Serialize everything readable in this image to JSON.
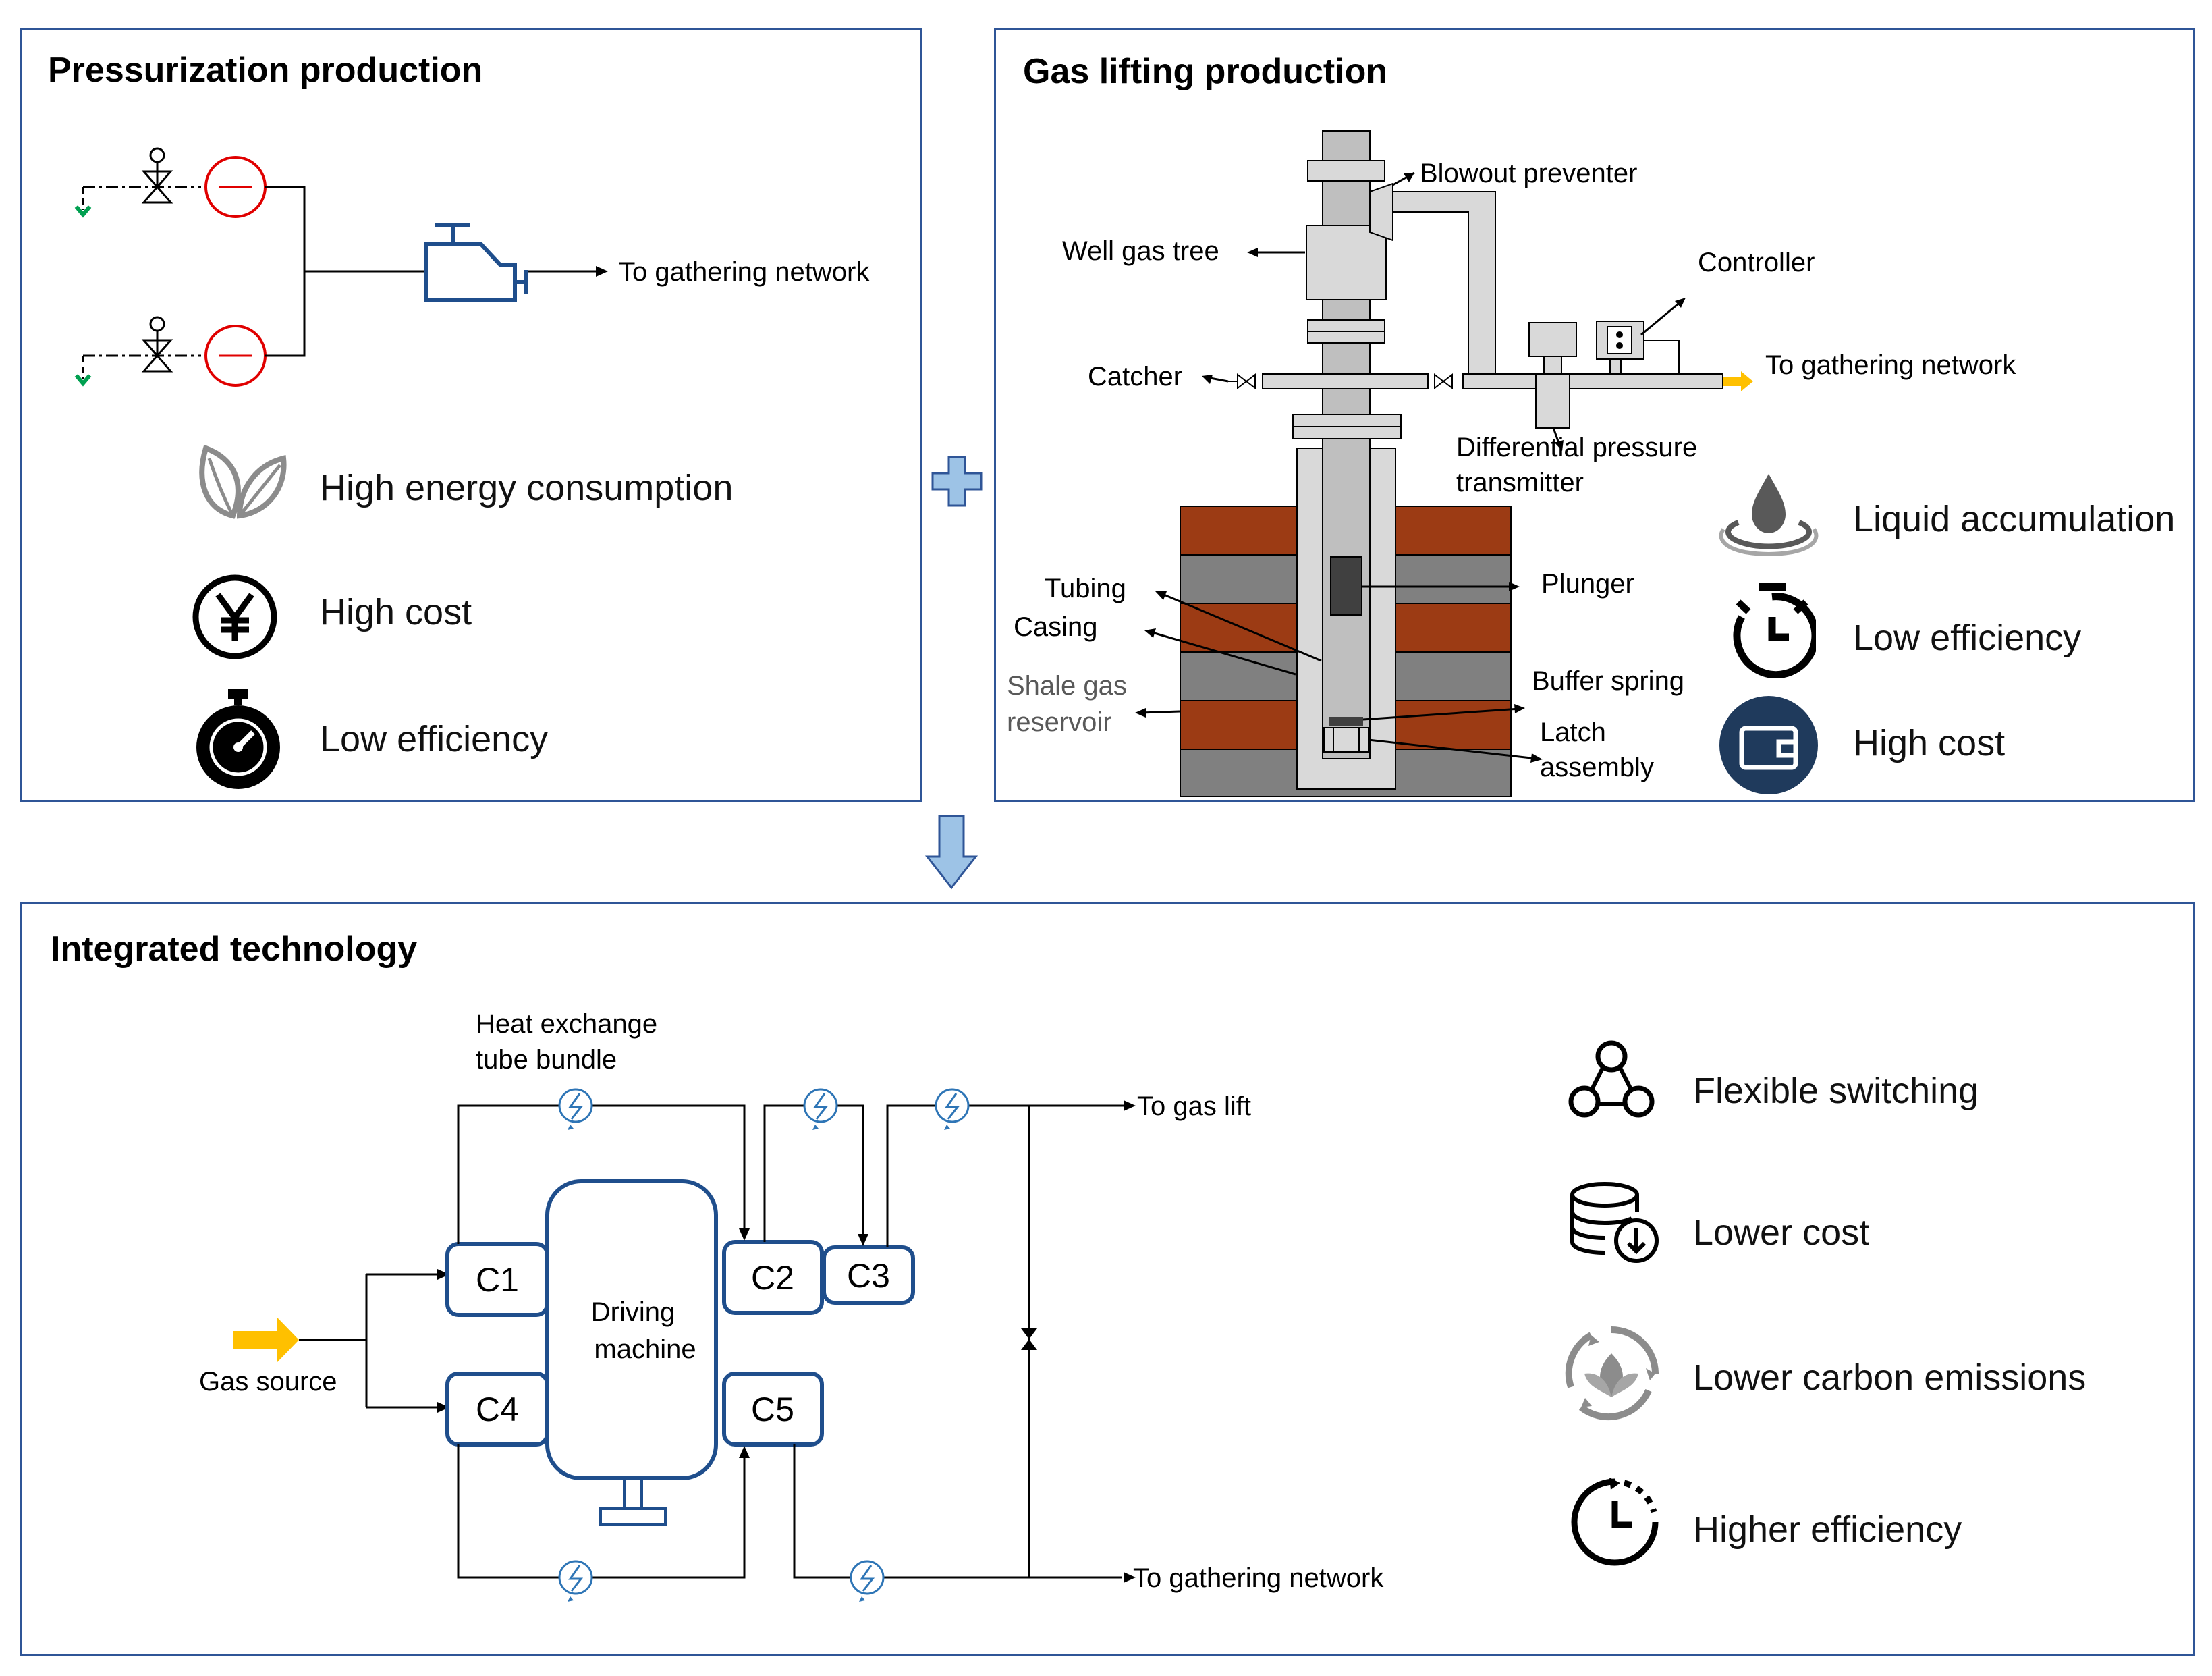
{
  "panels": {
    "pressurization": {
      "title": "Pressurization production",
      "to_network": "To gathering network",
      "features": [
        {
          "label": "High energy consumption",
          "icon": "leaf-icon"
        },
        {
          "label": "High cost",
          "icon": "yen-icon"
        },
        {
          "label": "Low efficiency",
          "icon": "stopwatch-icon"
        }
      ]
    },
    "gas_lifting": {
      "title": "Gas lifting production",
      "labels": {
        "blowout_preventer": "Blowout preventer",
        "well_gas_tree": "Well gas tree",
        "controller": "Controller",
        "catcher": "Catcher",
        "to_network": "To gathering network",
        "dp_line1": "Differential pressure",
        "dp_line2": "transmitter",
        "tubing": "Tubing",
        "casing": "Casing",
        "plunger": "Plunger",
        "reservoir_line1": "Shale gas",
        "reservoir_line2": "reservoir",
        "buffer_spring": "Buffer spring",
        "latch_line1": "Latch",
        "latch_line2": "assembly"
      },
      "features": [
        {
          "label": "Liquid accumulation",
          "icon": "water-drop-icon"
        },
        {
          "label": "Low efficiency",
          "icon": "timer-icon"
        },
        {
          "label": "High cost",
          "icon": "wallet-icon"
        }
      ]
    },
    "integrated": {
      "title": "Integrated technology",
      "labels": {
        "heat_line1": "Heat exchange",
        "heat_line2": "tube bundle",
        "to_gas_lift": "To gas lift",
        "to_network": "To gathering network",
        "gas_source": "Gas source",
        "driving_line1": "Driving",
        "driving_line2": "machine",
        "c1": "C1",
        "c2": "C2",
        "c3": "C3",
        "c4": "C4",
        "c5": "C5"
      },
      "features": [
        {
          "label": "Flexible switching",
          "icon": "network-icon"
        },
        {
          "label": "Lower cost",
          "icon": "coins-down-icon"
        },
        {
          "label": "Lower carbon emissions",
          "icon": "recycle-leaf-icon"
        },
        {
          "label": "Higher efficiency",
          "icon": "clock-icon"
        }
      ]
    }
  },
  "colors": {
    "panel_border": "#2F5597",
    "compressor_blue": "#1F4E8C",
    "plus_fill": "#9DC3E6",
    "arrow_down": "#9DC3E6",
    "valve_red": "#E00000",
    "drain_green": "#00A050",
    "gas_yellow": "#FFC000",
    "rock_brown": "#9C3B14",
    "rock_gray": "#808080",
    "pipe_gray": "#D9D9D9"
  }
}
